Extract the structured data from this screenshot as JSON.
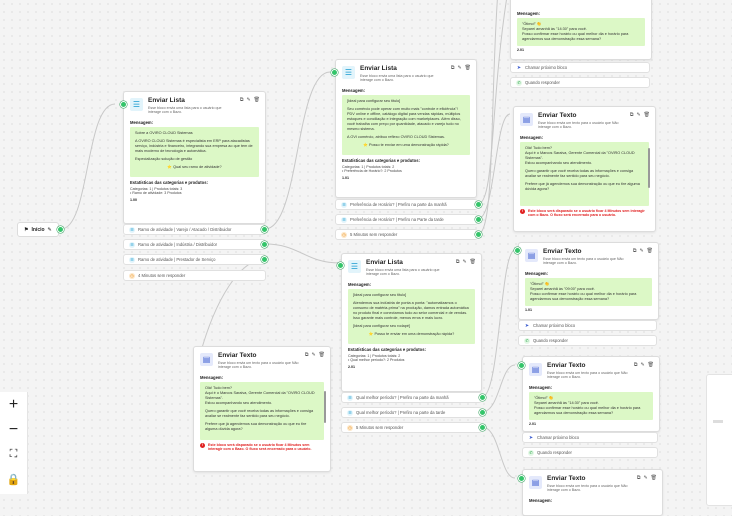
{
  "start": {
    "label": "Início"
  },
  "nodes": {
    "list1": {
      "title": "Enviar Lista",
      "desc": "Esse bloco envia uma lista para o usuário que interage com o Bazo.",
      "section_msg": "Mensagem:",
      "msg1": "Sobre a OVIRO CLOUD Sistemas",
      "msg2": "A OVIRO CLOUD Sistemas é especialista em ERP para atacadistas serviço, indústria e financeiro, integrando sua empresa ao que tem de mais moderno de tecnologia e automática.",
      "msg3": "Especialização solução de gestão",
      "msg4": "⭐ Qual seu ramo de atividade?",
      "section_cat": "Estatísticas das categorias e produtos:",
      "cat1": "Categorias: 1 | Produtos totais: 3",
      "cat2": "• Ramo de atividade: 3 Produtos",
      "count": "1.00"
    },
    "list2": {
      "title": "Enviar Lista",
      "desc": "Esse bloco envia uma lista para o usuário que interage com o Bazo.",
      "section_msg": "Mensagem:",
      "msg1": "[Ideal para configurar seu titulo]",
      "msg2": "Seu comércio pode operar com muito mais \"controle e eficiência\"! PDV online e offline, catálogo digital para vendas rápidas, múltiplos estoques e conciliação e integração com marketplaces. Além disso, você trabalha com preço por quantidade, atacado e varejo tudo no mesmo sistema.",
      "msg3": "A OVI comércio, atribuo reflexo OVIRO CLOUD Sistemas.",
      "msg4": "⭐ Posso te enviar em uma demonstração rápida?",
      "section_cat": "Estatísticas das categorias e produtos:",
      "cat1": "Categorias: 1 | Produtos totais: 2",
      "cat2": "• Preferência de Horário?: 2 Produtos",
      "count": "1.01"
    },
    "list3": {
      "title": "Enviar Lista",
      "desc": "Esse bloco envia uma lista para o usuário que interage com o Bazo.",
      "section_msg": "Mensagem:",
      "msg1": "[Ideal para configurar seu titulo]",
      "msg2": "Atendemos sua indústria de ponta a ponta: \"automatizamos o consumo de matéria-prima\" na produção, damos entrada automática no produto final e conectamos tudo ao setor comercial e de vendas. Isso garante mais controle, menos erros e mais lucro.",
      "msg3": "[Ideal para configurar seu rodapé]",
      "msg4": "⭐ Posso te enviar em uma demonstração rápida?",
      "section_cat": "Estatísticas das categorias e produtos:",
      "cat1": "Categorias: 1 | Produtos totais: 2",
      "cat2": "• Qual melhor período?: 2 Produtos",
      "count": "2.01"
    },
    "text_a": {
      "title": "Enviar Texto",
      "desc": "Esse bloco envia um texto para o usuário que Não interage com o Bazo.",
      "section_msg": "Mensagem:",
      "msg1": "Olá! Tudo bem?",
      "msg2": "Aqui é o Marcos Saraiva, Gerente Comercial da \"OVIRO CLOUD Sistemas\".",
      "msg3": "Estou acompanhando seu atendimento.",
      "msg4": "Quero garantir que você receba todas as informações e consiga avaliar se realmente faz sentido para seu negócio.",
      "msg5": "Prefere que já agendemos sua demonstração ou que eu tire alguma dúvida agora?",
      "warn": "Este bloco será disparado se o usuário ficar 4 Minutos sem interagir com o Bazo. O fluxo será encerrado para o usuário."
    },
    "text_b": {
      "title": "Enviar Texto",
      "desc": "Esse bloco envia um texto para o usuário que Não interage com o Bazo.",
      "section_msg": "Mensagem:",
      "msg1": "Olá! Tudo bem?",
      "msg2": "Aqui é o Marcos Saraiva, Gerente Comercial da \"OVIRO CLOUD Sistemas\".",
      "msg3": "Estou acompanhando seu atendimento.",
      "msg4": "Quero garantir que você receba todas as informações e consiga avaliar se realmente faz sentido para seu negócio.",
      "msg5": "Prefere que já agendemos sua demonstração ou que eu tire alguma dúvida agora?",
      "warn": "Este bloco será disparado se o usuário ficar 4 Minutos sem interagir com o Bazo. O fluxo será encerrado para o usuário."
    },
    "text_top": {
      "section_msg": "Mensagem:",
      "msg1": "\"Ótimo!\" 👏",
      "msg2": "Separei amanhã às \"14:30\" para você.",
      "msg3": "Posso confirmar esse horário ou qual melhor dia e horário para agendarmos sua demonstração essa semana?",
      "count": "2.01"
    },
    "text_c": {
      "title": "Enviar Texto",
      "desc": "Esse bloco envia um texto para o usuário que Não interage com o Bazo.",
      "section_msg": "Mensagem:",
      "msg1": "\"Ótimo!\" 👏",
      "msg2": "Separei amanhã às \"09:00\" para você.",
      "msg3": "Posso confirmar esse horário ou qual melhor dia e horário para agendarmos sua demonstração essa semana?",
      "count": "1.01"
    },
    "text_d": {
      "title": "Enviar Texto",
      "desc": "Esse bloco envia um texto para o usuário que Não interage com o Bazo.",
      "section_msg": "Mensagem:",
      "msg1": "\"Ótimo!\" 👏",
      "msg2": "Separei amanhã às \"14:30\" para você.",
      "msg3": "Posso confirmar esse horário ou qual melhor dia e horário para agendarmos sua demonstração essa semana?",
      "count": "2.01"
    },
    "text_e": {
      "title": "Enviar Texto",
      "desc": "Esse bloco envia um texto para o usuário que Não interage com o Bazo.",
      "section_msg": "Mensagem:"
    }
  },
  "options": {
    "l1_o1": "Ramo de atividade | Varejo / Atacado / Distribuidor",
    "l1_o2": "Ramo de atividade | Indústria / Distribuidor",
    "l1_o3": "Ramo de atividade | Prestador de Serviço",
    "l1_o4": "4 Minutos sem responder",
    "l2_o1": "Preferência de Horário? | Prefiro na parte da manhã",
    "l2_o2": "Preferência de Horário? | Prefiro na Parte da tarde",
    "l2_o3": "5 Minutos sem responder",
    "l3_o1": "Qual melhor período? | Prefiro na parte da manhã",
    "l3_o2": "Qual melhor período? | Prefiro na parte da tarde",
    "l3_o3": "5 Minutos sem responder",
    "top_o1": "Chamar próximo bloco",
    "top_o2": "Quando responder",
    "c_o1": "Chamar próximo bloco",
    "c_o2": "Quando responder",
    "d_o1": "Chamar próximo bloco",
    "d_o2": "Quando responder"
  }
}
